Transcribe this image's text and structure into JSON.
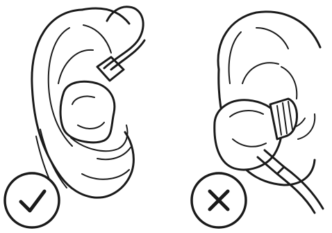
{
  "panels": [
    {
      "id": "correct",
      "icon": "checkmark-icon",
      "status": "correct"
    },
    {
      "id": "incorrect",
      "icon": "x-mark-icon",
      "status": "incorrect"
    }
  ],
  "colors": {
    "line": "#1a1a1a",
    "background": "#ffffff"
  }
}
